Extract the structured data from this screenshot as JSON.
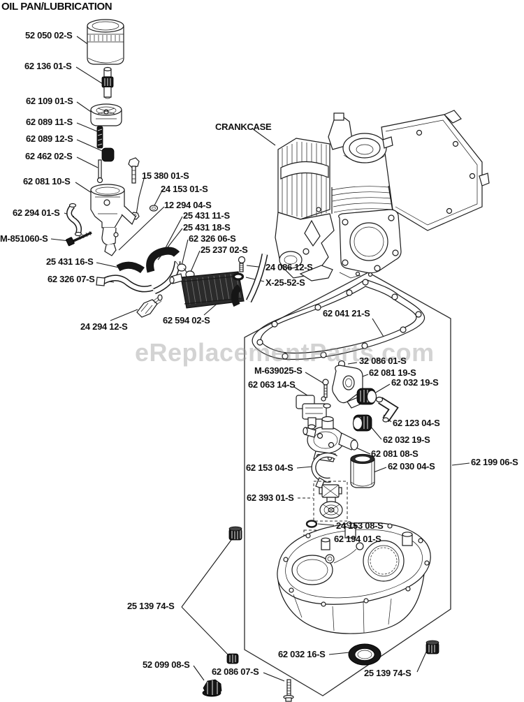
{
  "title": "OIL PAN/LUBRICATION",
  "watermark": "eReplacementParts.com",
  "diagram_type": "exploded-parts-diagram",
  "labels": [
    {
      "text": "52 050 02-S"
    },
    {
      "text": "62 136 01-S"
    },
    {
      "text": "62 109 01-S"
    },
    {
      "text": "62 089 11-S"
    },
    {
      "text": "62 089 12-S"
    },
    {
      "text": "62 462 02-S"
    },
    {
      "text": "62 081 10-S"
    },
    {
      "text": "62 294 01-S"
    },
    {
      "text": "M-851060-S"
    },
    {
      "text": "25 431 16-S"
    },
    {
      "text": "62 326 07-S"
    },
    {
      "text": "15 380 01-S"
    },
    {
      "text": "24 153 01-S"
    },
    {
      "text": "12 294 04-S"
    },
    {
      "text": "25 431 11-S"
    },
    {
      "text": "25 431 18-S"
    },
    {
      "text": "62 326 06-S"
    },
    {
      "text": "25 237 02-S"
    },
    {
      "text": "24 086 12-S"
    },
    {
      "text": "X-25-52-S"
    },
    {
      "text": "24 294 12-S"
    },
    {
      "text": "62 594 02-S"
    },
    {
      "text": "CRANKCASE"
    },
    {
      "text": "62 041 21-S"
    },
    {
      "text": "32 086 01-S"
    },
    {
      "text": "M-639025-S"
    },
    {
      "text": "62 081 19-S"
    },
    {
      "text": "62 063 14-S"
    },
    {
      "text": "62 032 19-S"
    },
    {
      "text": "62 123 04-S"
    },
    {
      "text": "62 032 19-S"
    },
    {
      "text": "62 081 08-S"
    },
    {
      "text": "62 153 04-S"
    },
    {
      "text": "62 030 04-S"
    },
    {
      "text": "62 199 06-S"
    },
    {
      "text": "62 393 01-S"
    },
    {
      "text": "24 153 08-S"
    },
    {
      "text": "62 194 01-S"
    },
    {
      "text": "25 139 74-S"
    },
    {
      "text": "62 032 16-S"
    },
    {
      "text": "52 099 08-S"
    },
    {
      "text": "62 086 07-S"
    },
    {
      "text": "25 139 74-S"
    }
  ]
}
